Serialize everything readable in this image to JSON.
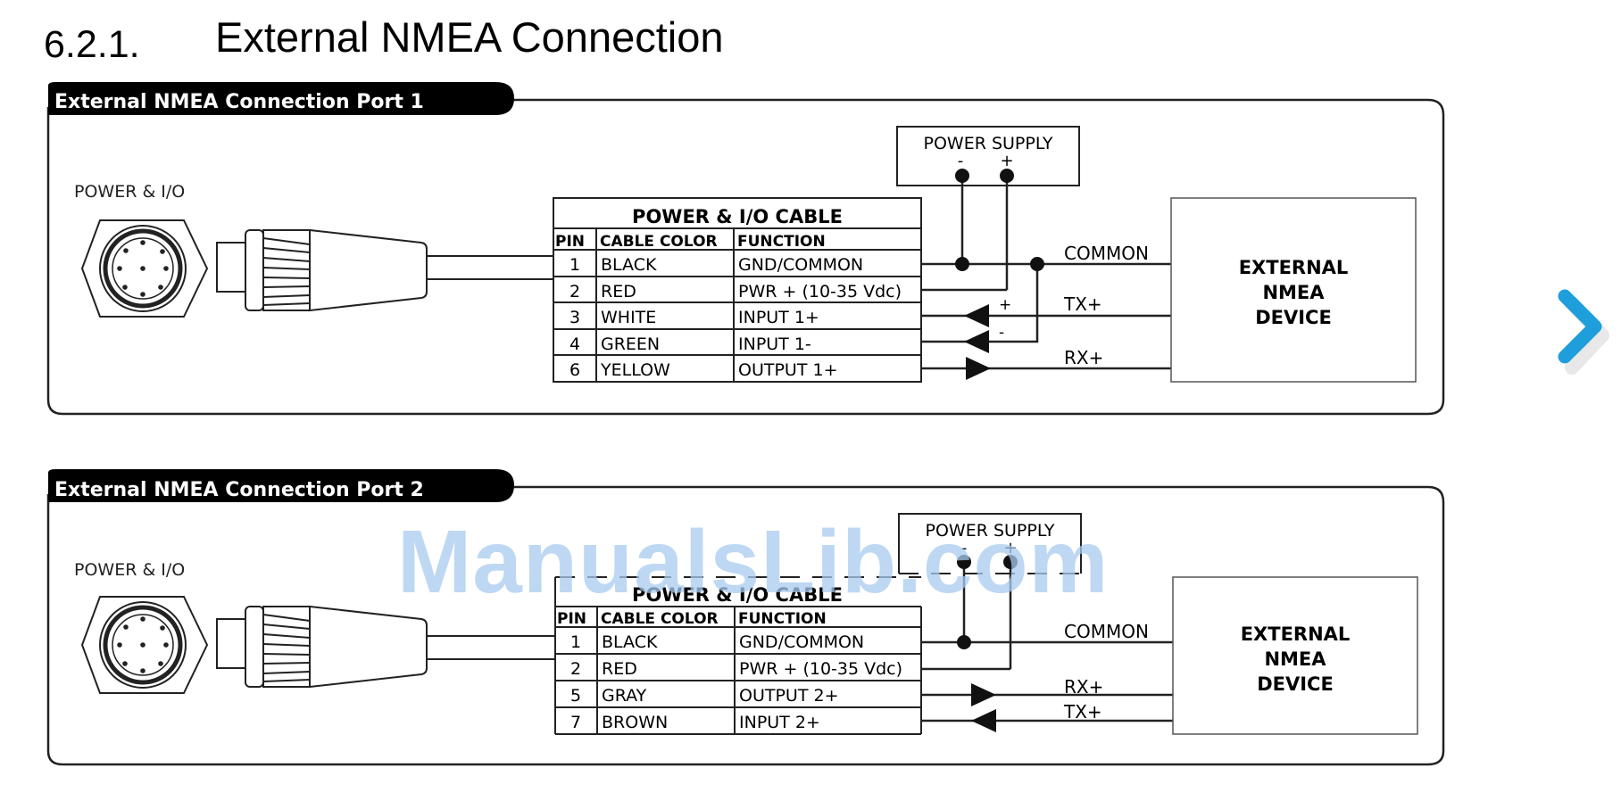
{
  "section": {
    "number": "6.2.1.",
    "title": "External NMEA Connection"
  },
  "colors": {
    "accent_arrow": "#1e9fdb",
    "watermark": "#a9cbef"
  },
  "watermark": "ManualsLib.com",
  "nav": {
    "next_icon": "chevron-right-icon"
  },
  "ports": [
    {
      "tab_label": "External NMEA Connection Port 1",
      "connector_label": "POWER & I/O",
      "power_supply": {
        "label": "POWER SUPPLY",
        "minus": "-",
        "plus": "+"
      },
      "table": {
        "title": "POWER & I/O CABLE",
        "headers": [
          "PIN",
          "CABLE COLOR",
          "FUNCTION"
        ],
        "rows": [
          [
            "1",
            "BLACK",
            "GND/COMMON"
          ],
          [
            "2",
            "RED",
            "PWR + (10-35 Vdc)"
          ],
          [
            "3",
            "WHITE",
            "INPUT 1+"
          ],
          [
            "4",
            "GREEN",
            "INPUT 1-"
          ],
          [
            "6",
            "YELLOW",
            "OUTPUT 1+"
          ]
        ]
      },
      "signals": {
        "common": "COMMON",
        "tx": "TX+",
        "rx": "RX+",
        "plus": "+",
        "minus": "-"
      },
      "device": [
        "EXTERNAL",
        "NMEA",
        "DEVICE"
      ]
    },
    {
      "tab_label": "External NMEA Connection Port 2",
      "connector_label": "POWER & I/O",
      "power_supply": {
        "label": "POWER SUPPLY",
        "minus": "-",
        "plus": "+"
      },
      "table": {
        "title": "POWER & I/O CABLE",
        "headers": [
          "PIN",
          "CABLE COLOR",
          "FUNCTION"
        ],
        "rows": [
          [
            "1",
            "BLACK",
            "GND/COMMON"
          ],
          [
            "2",
            "RED",
            "PWR + (10-35 Vdc)"
          ],
          [
            "5",
            "GRAY",
            "OUTPUT 2+"
          ],
          [
            "7",
            "BROWN",
            "INPUT 2+"
          ]
        ]
      },
      "signals": {
        "common": "COMMON",
        "rx": "RX+",
        "tx": "TX+"
      },
      "device": [
        "EXTERNAL",
        "NMEA",
        "DEVICE"
      ]
    }
  ]
}
